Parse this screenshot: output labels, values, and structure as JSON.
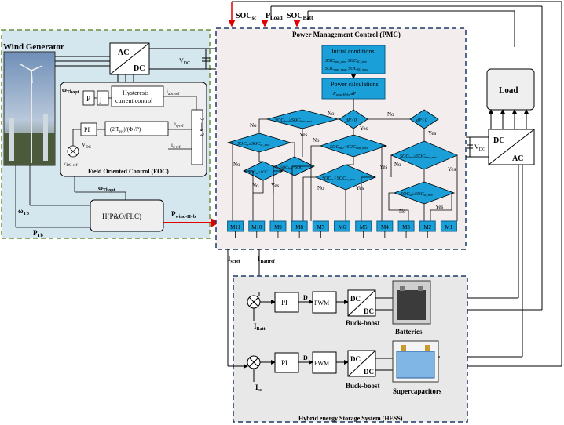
{
  "wind": {
    "title": "Wind Generator",
    "ac": "AC",
    "dc": "DC",
    "vdc": "V",
    "vdc_sub": "DC",
    "omega_opt": "ω",
    "omega_opt_sub": "Thopt",
    "omega_opt2": "ω",
    "omega_opt2_sub": "Thopt",
    "p_block": "P",
    "hyst_line1": "Hysteresis",
    "hyst_line2": "current control",
    "iabc": "i",
    "iabc_sub": "abc-ref",
    "pi": "PI",
    "torque": "(2.T",
    "torque_sub": "ref",
    "torque_end": ")/(Φ",
    "torque_end2": "√P)",
    "iq": "i",
    "iq_sub": "q-ref",
    "id": "i",
    "id_sub": "d-ref",
    "conv": "2 ⟶ 3",
    "vdc_in": "V",
    "vdc_in_sub": "DC",
    "vdc_ref": "V",
    "vdc_ref_sub": "DC-ref",
    "foc": "Field Oriented Control (FOC)",
    "omega_tb": "ω",
    "omega_tb_sub": "Tb",
    "p_tb": "P",
    "p_tb_sub": "Tb",
    "mppt": "H(P&O/FLC)",
    "pwind": "P",
    "pwind_sub": "wind-Hvb"
  },
  "top": {
    "soc_sc": "SOC",
    "soc_sc_sub": "sc",
    "p_load": "P",
    "p_load_sub": "Load",
    "soc_batt": "SOC",
    "soc_batt_sub": "Batt"
  },
  "pmc": {
    "title": "Power Management Control (PMC)",
    "init_title": "Initial conditions",
    "init_l1": "SOC",
    "init_l1_sub": "batt_min",
    "init_l1b": ", SOC",
    "init_l1b_sub": "SC_min",
    "init_l2": "SOC",
    "init_l2_sub": "batt_max",
    "init_l2b": ", SOC",
    "init_l2b_sub": "SC_max",
    "calc_title": "Power calculations",
    "calc_l": "P",
    "calc_l_sub": "wind-Hvb",
    "calc_l_end": ", dP",
    "d_left": "SOC",
    "d_left_sub": "batt",
    "d_left_end": "≥SOC",
    "d_left_end_sub": "batt_max",
    "d_dp1": "dP>0",
    "d_dp2": "dP<0",
    "d_sc1": "SOC",
    "d_sc1_sub": "sc",
    "d_sc1_end": "≥SOC",
    "d_sc1_end_sub": "sc_max",
    "d_mid": "SOC",
    "d_mid_sub": "batt",
    "d_mid_end": "<SOC",
    "d_mid_end_sub": "batt_max",
    "d_sc_mid": "SOC",
    "d_sc_mid_sub": "sc",
    "d_sc_mid_end": "<SOC",
    "d_sc_mid_end_sub": "sc_max",
    "d_right": "SOC",
    "d_right_sub": "batt",
    "d_right_end": "≥SOC",
    "d_right_end_sub": "batt_min",
    "d_right2": "SOC",
    "d_right2_sub": "sc",
    "d_right2_end": "≥SOC",
    "d_right2_end_sub": "sc_min",
    "d_small1": "SOC",
    "d_small1_sub": "sc",
    "d_small1_end": "≥SOC",
    "d_small1_end_sub": "sc_max",
    "d_small2": "SOC",
    "d_small2_sub": "batt",
    "d_small2_end": "<SOC",
    "d_small2_end_sub": "batt_max",
    "yes": "Yes",
    "no": "No",
    "modes": [
      "M11",
      "M10",
      "M9",
      "M8",
      "M7",
      "M6",
      "M5",
      "M4",
      "M3",
      "M2",
      "M1"
    ]
  },
  "load": {
    "title": "Load",
    "dc": "DC",
    "ac": "AC",
    "vdc": "V",
    "vdc_sub": "DC"
  },
  "hess": {
    "title": "Hybrid energy Storage System (HESS)",
    "i_scref": "I",
    "i_scref_sub": "scref",
    "i_battref": "I",
    "i_battref_sub": "Battref",
    "i_batt": "I",
    "i_batt_sub": "Batt",
    "i_sc": "I",
    "i_sc_sub": "sc",
    "pi": "PI",
    "d": "D",
    "pwm": "PWM",
    "dc1": "DC",
    "dc2": "DC",
    "buck_boost": "Buck-boost",
    "batteries": "Batteries",
    "supercaps": "Supercapacitors"
  }
}
